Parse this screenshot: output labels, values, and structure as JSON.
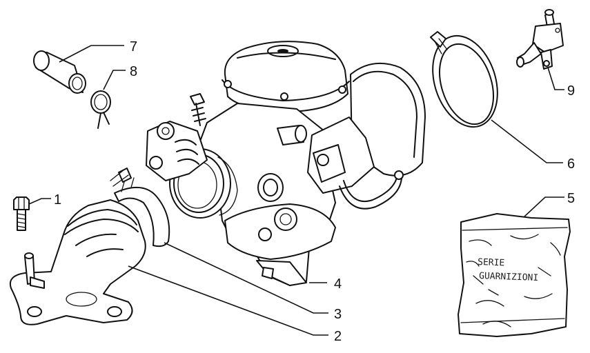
{
  "callouts": [
    {
      "id": "1",
      "label": "1"
    },
    {
      "id": "2",
      "label": "2"
    },
    {
      "id": "3",
      "label": "3"
    },
    {
      "id": "4",
      "label": "4"
    },
    {
      "id": "5",
      "label": "5"
    },
    {
      "id": "6",
      "label": "6"
    },
    {
      "id": "7",
      "label": "7"
    },
    {
      "id": "8",
      "label": "8"
    },
    {
      "id": "9",
      "label": "9"
    }
  ],
  "gasket_kit": {
    "line1": "SERIE",
    "line2": "GUARNIZIONI"
  }
}
